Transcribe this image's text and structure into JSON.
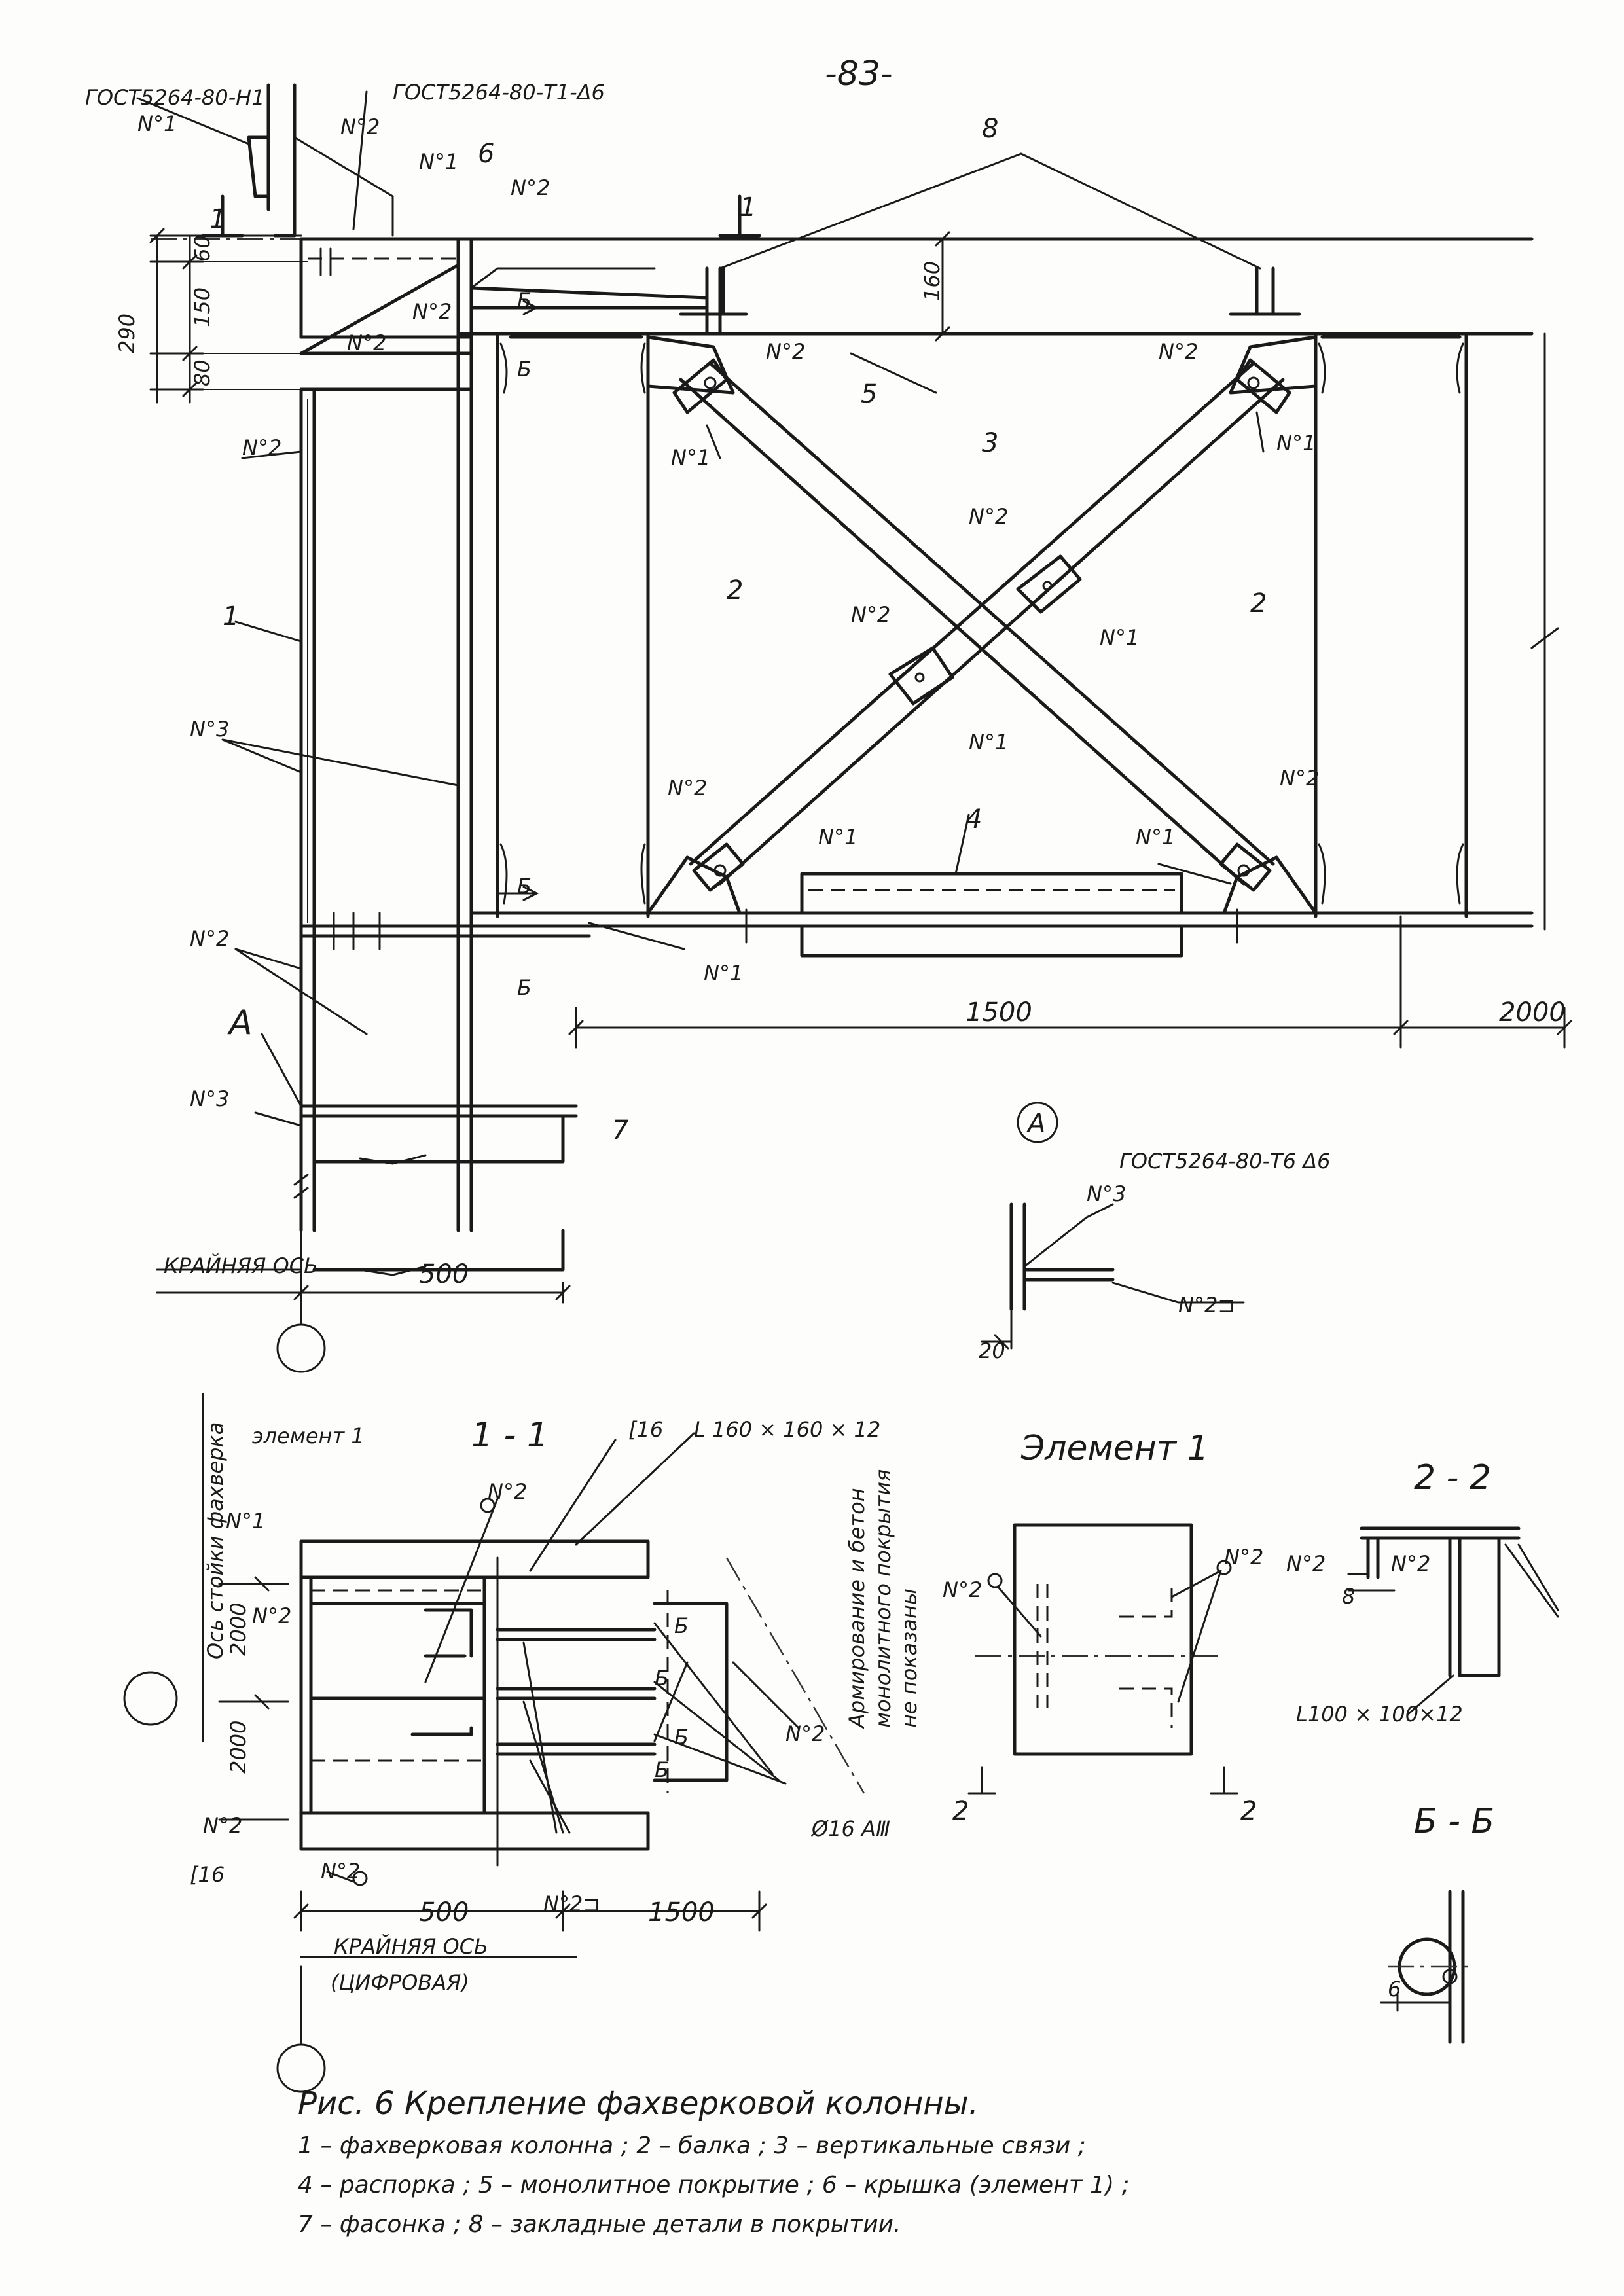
{
  "page_number": "-83-",
  "weld_refs": {
    "gost_h1": "ГОСТ5264-80-Н1",
    "gost_t1": "ГОСТ5264-80-Т1-Δ6",
    "gost_t6": "ГОСТ5264-80-Т6 Δ6"
  },
  "marks": {
    "n1": "N°1",
    "n2": "N°2",
    "n3": "N°3",
    "n2_bracket": "N°2⊐"
  },
  "section_marks": {
    "one": "1",
    "b": "Б",
    "two": "2"
  },
  "item_numbers": [
    "1",
    "2",
    "3",
    "4",
    "5",
    "6",
    "7",
    "8"
  ],
  "dimensions": {
    "d290": "290",
    "d150": "150",
    "d80": "80",
    "d60": "60",
    "d160": "160",
    "d1500": "1500",
    "d2000": "2000",
    "d500": "500",
    "d20": "20",
    "d8": "8",
    "d6": "6"
  },
  "labels": {
    "edge_axis": "КРАЙНЯЯ ОСЬ",
    "edge_axis_digital": "(ЦИФРОВАЯ)",
    "node_a": "А",
    "node_a_circle": "А",
    "section_1_1": "1 - 1",
    "section_2_2": "2 - 2",
    "section_b_b": "Б - Б",
    "element_1": "Элемент 1",
    "element_1_small": "элемент 1",
    "channel": "[16",
    "angle_160": "L 160 × 160 × 12",
    "angle_100": "L100 × 100×12",
    "rebar": "Ø16 АⅢ",
    "axis_column": "Ось стойки фахверка",
    "concrete_note_1": "Армирование и бетон",
    "concrete_note_2": "монолитного покрытия",
    "concrete_note_3": "не показаны"
  },
  "caption": {
    "title": "Рис. 6   Крепление   фахверковой   колонны.",
    "line1": "1 – фахверковая колонна ;  2 – балка ;  3 – вертикальные связи ;",
    "line2": "4 – распорка ;  5 – монолитное покрытие ;  6 – крышка (элемент 1) ;",
    "line3": "7 – фасонка ;  8 – закладные детали  в покрытии."
  }
}
